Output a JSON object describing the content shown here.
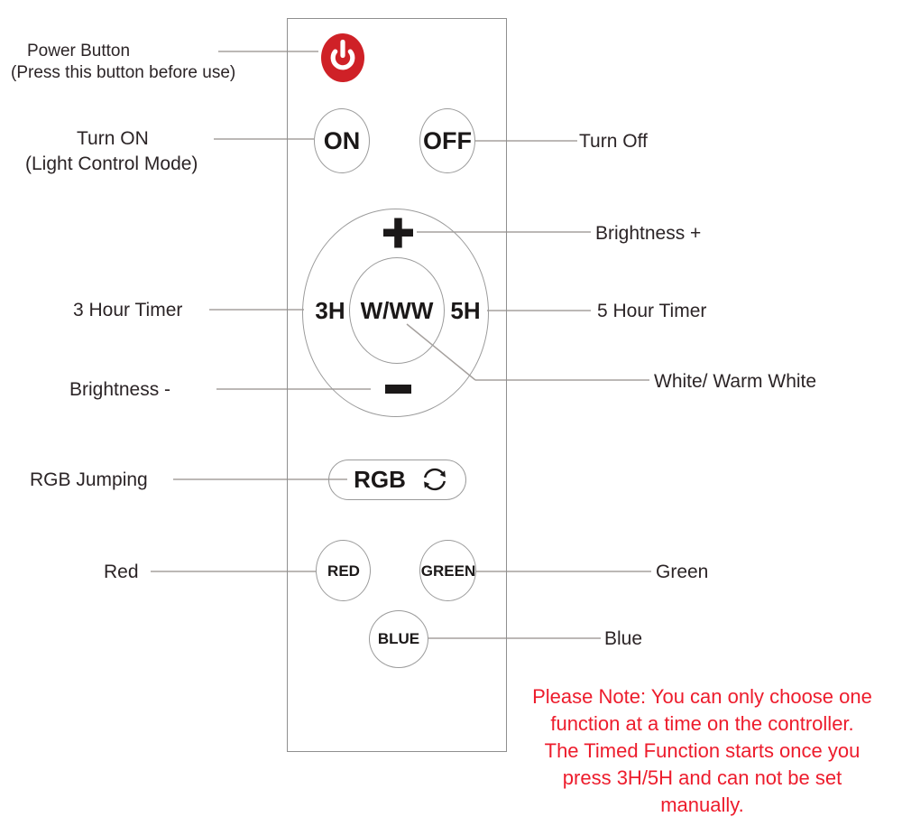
{
  "callouts": {
    "power": {
      "line1": "Power Button",
      "line2": "(Press this button before use)"
    },
    "turn_on": {
      "line1": "Turn ON",
      "line2": "(Light Control Mode)"
    },
    "three_hour_timer": "3 Hour Timer",
    "brightness_minus": "Brightness -",
    "rgb_jumping": "RGB Jumping",
    "red": "Red",
    "turn_off": "Turn Off",
    "brightness_plus": "Brightness +",
    "five_hour_timer": "5 Hour Timer",
    "white_warm_white": "White/ Warm White",
    "green": "Green",
    "blue": "Blue"
  },
  "remote": {
    "buttons": {
      "on": "ON",
      "off": "OFF",
      "brightness_up_glyph": "+",
      "timer_3h": "3H",
      "white_warm": "W/WW",
      "timer_5h": "5H",
      "brightness_down_glyph": "-",
      "rgb": "RGB",
      "red": "RED",
      "green": "GREEN",
      "blue": "BLUE"
    },
    "icons": {
      "power": "power-icon",
      "rgb_cycle": "cycle-arrow-icon"
    }
  },
  "note": {
    "lines": [
      "Please Note: You can only choose one",
      "function at a time on the controller.",
      "The Timed Function starts once you",
      "press 3H/5H and can not be set",
      "manually."
    ]
  },
  "colors": {
    "power_button_red": "#cf2127",
    "note_red": "#ed1c2c",
    "label_text": "#2b2426",
    "connector_gray": "#a5a09d"
  }
}
